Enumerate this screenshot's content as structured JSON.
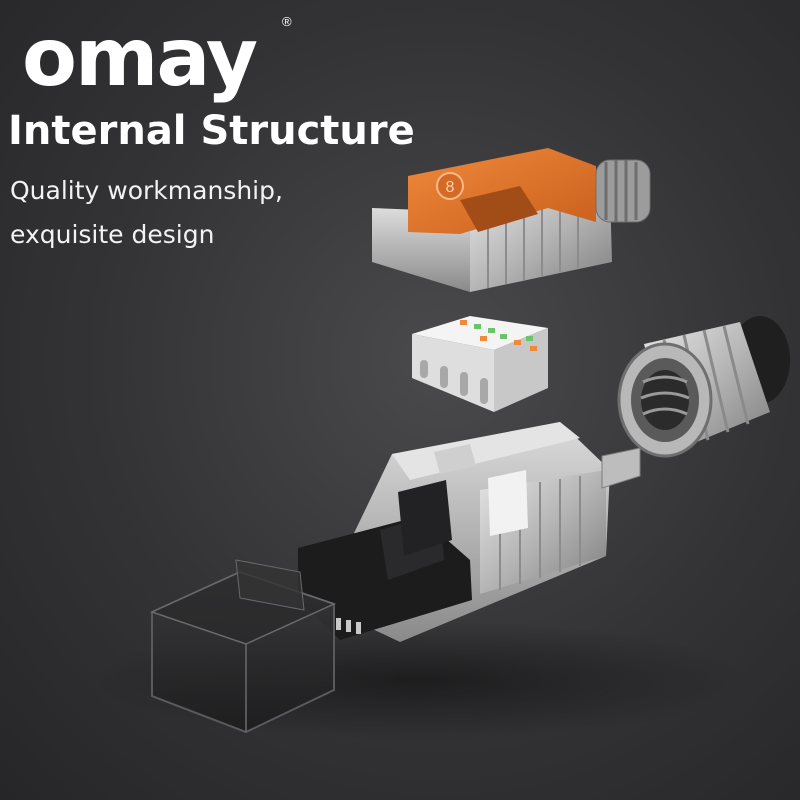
{
  "brand": {
    "logo_text": "omay",
    "registered_mark": "®"
  },
  "headline": "Internal Structure",
  "tagline": {
    "line1": "Quality workmanship,",
    "line2": "exquisite design"
  },
  "colors": {
    "background": "#333335",
    "accent_orange": "#e8782c",
    "metal": "#c9c9c9",
    "text": "#ffffff"
  },
  "icons": {
    "cap": "orange-cap-icon",
    "block": "wire-manager-icon",
    "nut": "gland-nut-icon",
    "body": "shield-body-icon",
    "boot": "clear-boot-icon"
  }
}
